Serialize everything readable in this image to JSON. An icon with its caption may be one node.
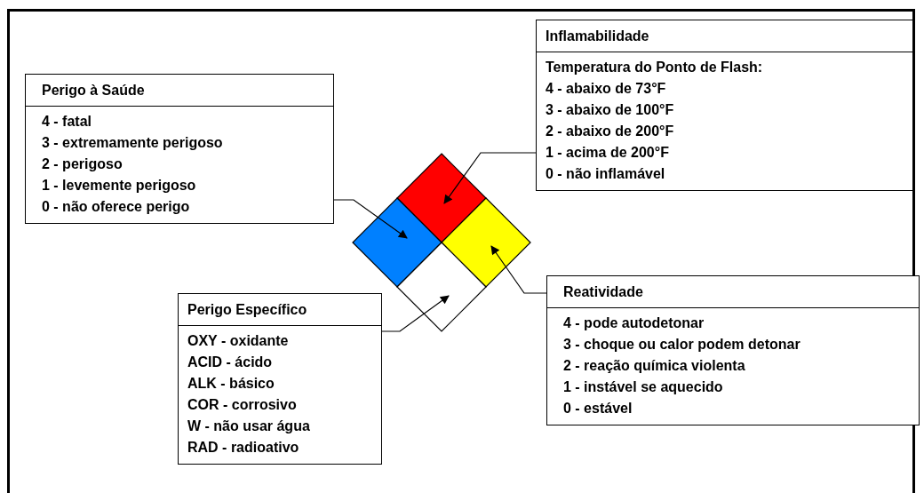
{
  "diagram": {
    "nodes": [
      {
        "text": [
          "Inflamabilidade",
          "Temperatura do Ponto de Flash:",
          "4 - abaixo de 73°F",
          "3 - abaixo de 100°F",
          "2 - abaixo de 200°F",
          "1 - acima de 200°F",
          "0 - não inflamável"
        ]
      },
      {
        "text": [
          "Perigo à Saúde",
          "4 - fatal",
          "3 - extremamente perigoso",
          "2 - perigoso",
          "1 - levemente perigoso",
          "0 - não oferece perigo"
        ]
      },
      {
        "text": [],
        "shape": "diamond"
      },
      {
        "text": [],
        "shape": "diamond"
      },
      {
        "text": [],
        "shape": "diamond"
      },
      {
        "text": [
          "Reatividade",
          "4 - pode autodetonar",
          "3 - choque ou calor podem detonar",
          "2 - reação química violenta",
          "1 - instável se aquecido",
          "0 - estável"
        ]
      },
      {
        "text": [
          "Perigo Específico",
          "OXY - oxidante",
          "ACID - ácido",
          "ALK - básico",
          "COR - corrosivo",
          "W - não usar água",
          "RAD - radioativo"
        ]
      },
      {
        "text": [],
        "shape": "diamond"
      }
    ],
    "edges": [
      {
        "from": 1,
        "to": 3,
        "arrow": "to"
      },
      {
        "from": 0,
        "to": 2,
        "arrow": "to"
      },
      {
        "from": 5,
        "to": 4,
        "arrow": "to"
      },
      {
        "from": 6,
        "to": 7,
        "arrow": "to"
      }
    ]
  }
}
